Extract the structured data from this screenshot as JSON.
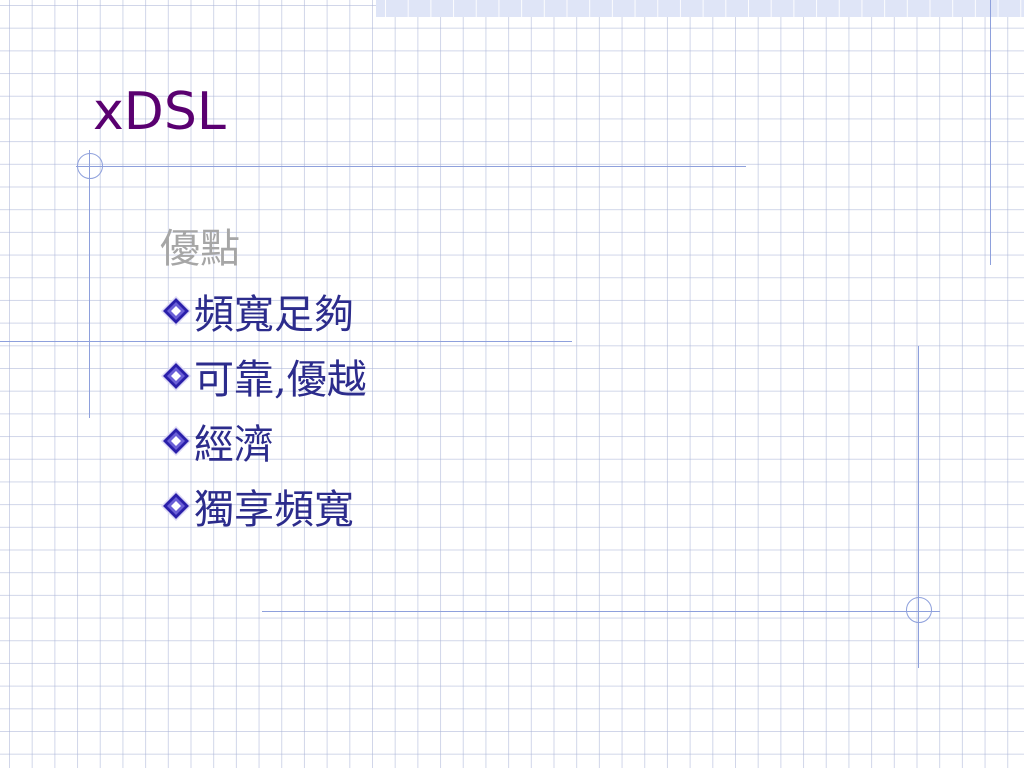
{
  "slide": {
    "title": "xDSL",
    "subheading": "優點",
    "bullets": [
      {
        "text": "頻寬足夠"
      },
      {
        "text": "可靠,優越"
      },
      {
        "text": "經濟"
      },
      {
        "text": "獨享頻寬"
      }
    ],
    "bullet_icon": "diamond-icon"
  },
  "colors": {
    "title": "#5a0070",
    "subheading": "#a6a6a6",
    "bullet_text": "#2c2c8c",
    "bullet_icon": "#2a1faa",
    "decor_lines": "#8ea0dc",
    "grid": "#aab4d7",
    "top_band": "#dfe5f7"
  }
}
